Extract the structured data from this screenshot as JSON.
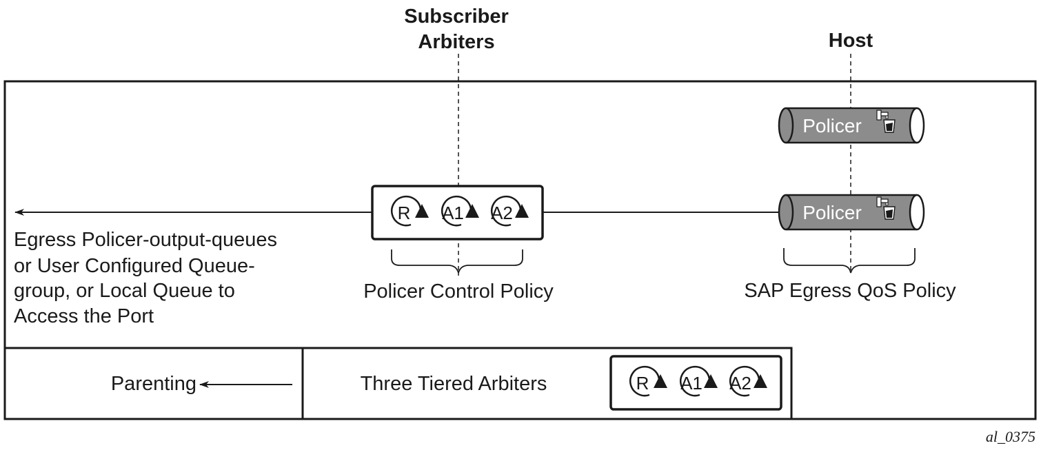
{
  "header_labels": {
    "subscriber_arbiters": [
      "Subscriber",
      "Arbiters"
    ],
    "host": "Host"
  },
  "policers": [
    {
      "label": "Policer"
    },
    {
      "label": "Policer"
    }
  ],
  "arbiter_groups": {
    "control_policy": [
      "R",
      "A1",
      "A2"
    ],
    "three_tiered": [
      "R",
      "A1",
      "A2"
    ]
  },
  "egress_text": [
    "Egress Policer-output-queues",
    "or User Configured Queue-",
    "group, or Local Queue to",
    "Access the Port"
  ],
  "brace_labels": {
    "policer_control_policy": "Policer Control Policy",
    "sap_egress_qos_policy": "SAP Egress QoS Policy"
  },
  "bottom_row": {
    "parenting": "Parenting",
    "three_tiered_arbiters": "Three Tiered Arbiters"
  },
  "figure_id": "al_0375"
}
